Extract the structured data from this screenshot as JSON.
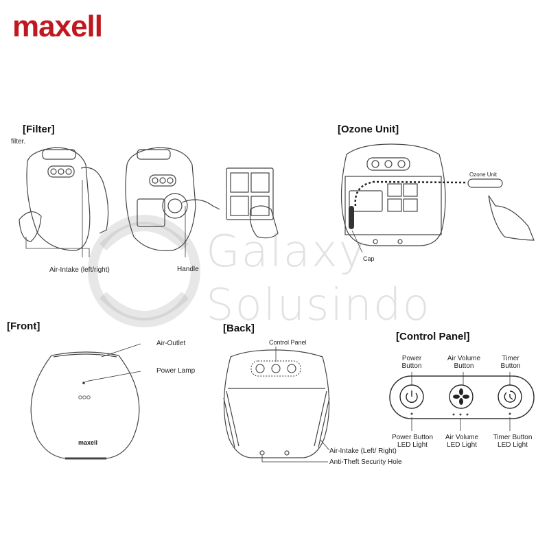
{
  "brand": {
    "logo_text": "maxell",
    "color": "#c0181f"
  },
  "watermark": {
    "line1": "Galaxy",
    "line2": "Solusindo"
  },
  "sections": {
    "filter": {
      "title": "[Filter]",
      "note": "filter.",
      "labels": {
        "air_intake": "Air-Intake (left/right)",
        "handle": "Handle"
      }
    },
    "ozone": {
      "title": "[Ozone Unit]",
      "labels": {
        "ozone_unit": "Ozone Unit",
        "cap": "Cap"
      }
    },
    "front": {
      "title": "[Front]",
      "labels": {
        "air_outlet": "Air-Outlet",
        "power_lamp": "Power Lamp"
      },
      "body_logo": "maxell"
    },
    "back": {
      "title": "[Back]",
      "labels": {
        "control_panel": "Control Panel",
        "air_intake": "Air-Intake (Left/ Right)",
        "anti_theft": "Anti-Theft Security Hole"
      }
    },
    "control_panel": {
      "title": "[Control Panel]",
      "top_labels": {
        "power": [
          "Power",
          "Button"
        ],
        "air_volume": [
          "Air Volume",
          "Button"
        ],
        "timer": [
          "Timer",
          "Button"
        ]
      },
      "bottom_labels": {
        "power": [
          "Power Button",
          "LED Light"
        ],
        "air_volume": [
          "Air Volume",
          "LED Light"
        ],
        "timer": [
          "Timer Button",
          "LED Light"
        ]
      }
    }
  }
}
